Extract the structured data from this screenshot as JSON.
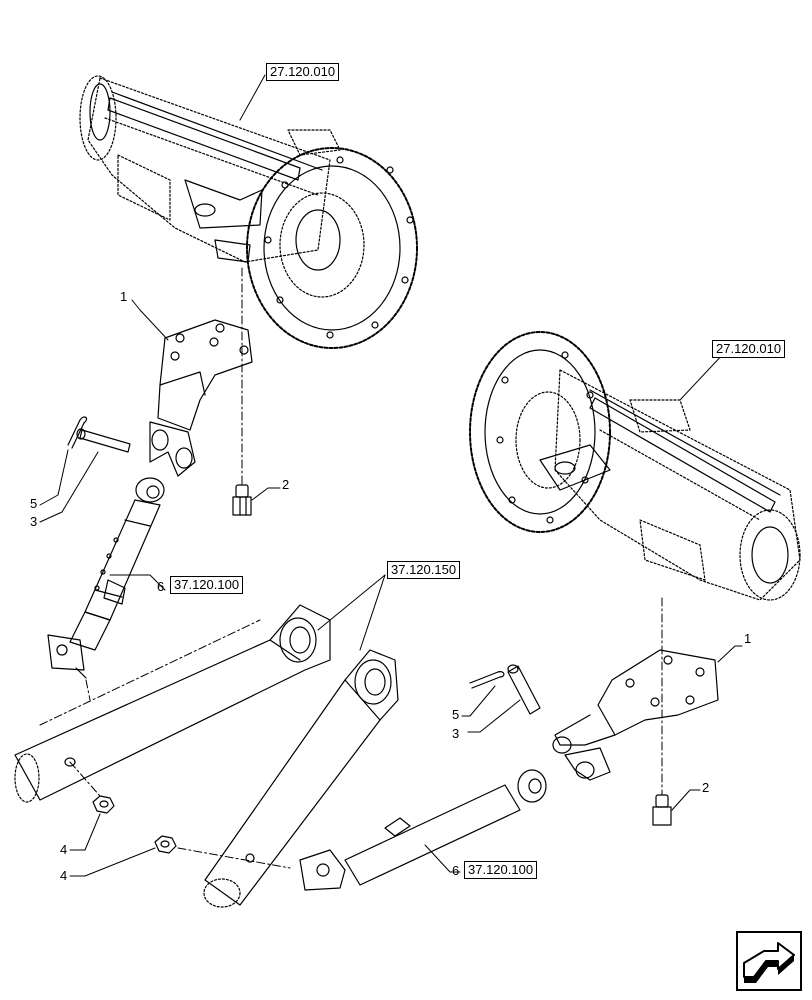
{
  "references": {
    "axle_top": "27.120.010",
    "axle_right": "27.120.010",
    "arms": "37.120.150",
    "link_left": "37.120.100",
    "link_right": "37.120.100"
  },
  "callouts": {
    "left": {
      "bracket": "1",
      "bolt": "2",
      "clip_pin": "3",
      "pin": "5",
      "link": "6",
      "nut_upper": "4",
      "nut_lower": "4"
    },
    "right": {
      "bracket": "1",
      "bolt": "2",
      "clip_pin": "3",
      "pin": "5",
      "link": "6"
    }
  },
  "nav": {
    "icon": "next-page-arrow-icon"
  }
}
